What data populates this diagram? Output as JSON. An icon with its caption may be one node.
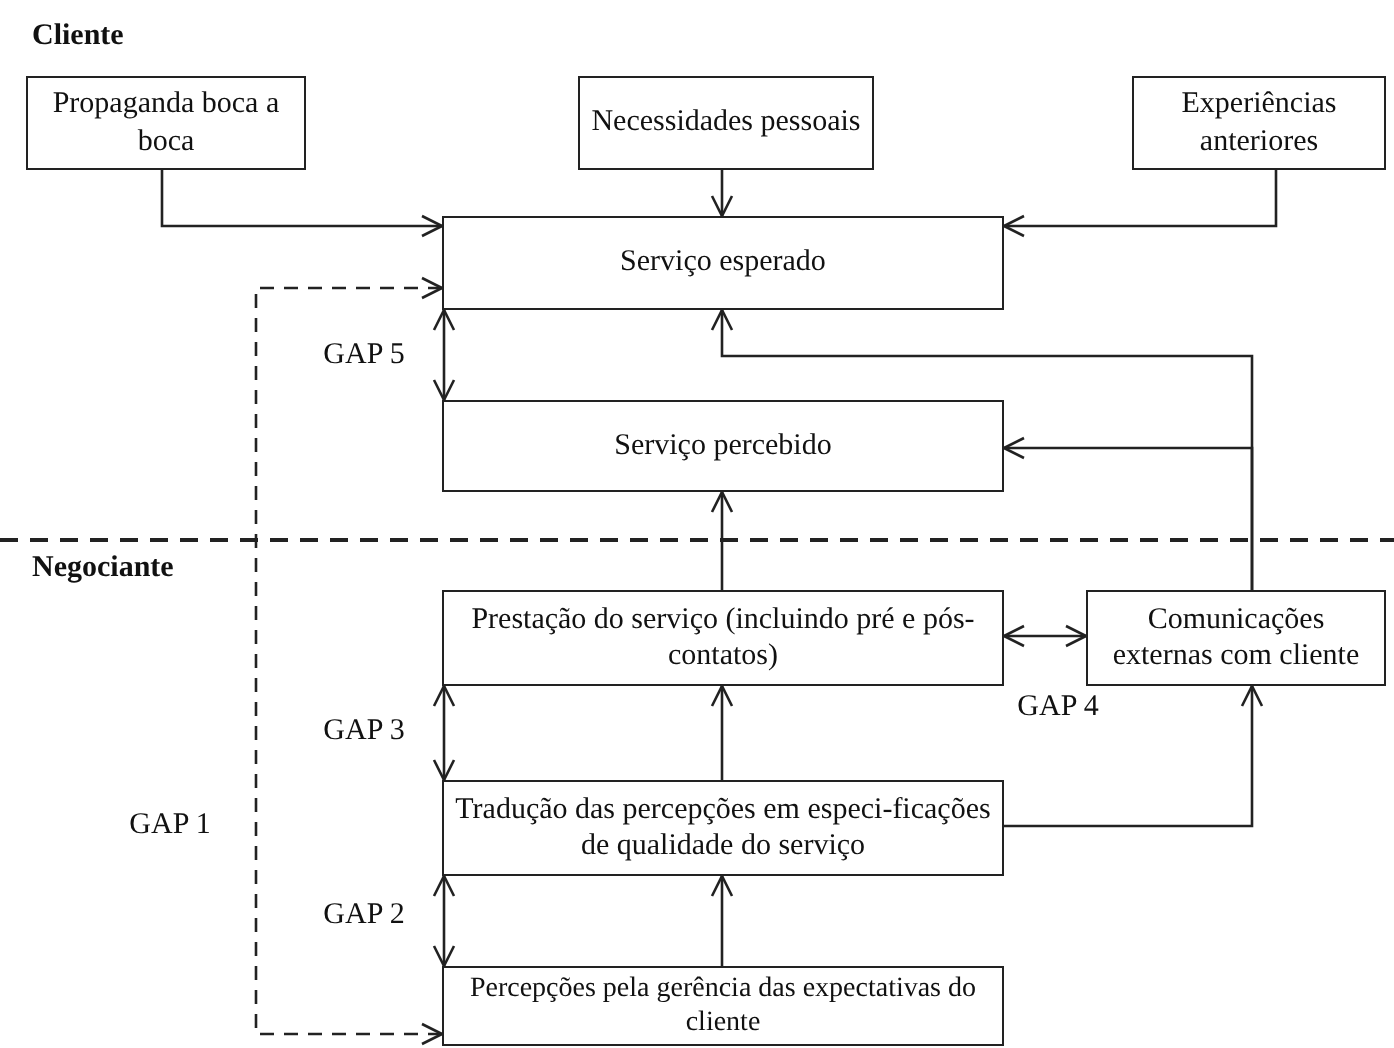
{
  "diagram": {
    "nodes": [
      {
        "text": [
          "Propaganda boca a boca"
        ]
      },
      {
        "text": [
          "Necessidades pessoais"
        ]
      },
      {
        "text": [
          "Experiências anteriores"
        ]
      },
      {
        "text": [
          "Serviço esperado"
        ]
      },
      {
        "text": [
          "Serviço percebido"
        ]
      },
      {
        "text": [
          "Prestação do serviço (incluindo pré e pós-contatos)"
        ]
      },
      {
        "text": [
          "Comunicações externas com cliente"
        ]
      },
      {
        "text": [
          "Tradução das percepções em especi-ficações de qualidade do serviço"
        ]
      },
      {
        "text": [
          "Percepções pela gerência das expectativas do cliente"
        ]
      }
    ],
    "edges": [
      {
        "from": 0,
        "to": 3,
        "arrow": "to"
      },
      {
        "from": 1,
        "to": 3,
        "arrow": "to"
      },
      {
        "from": 2,
        "to": 3,
        "arrow": "to"
      },
      {
        "from": 8,
        "to": 3,
        "arrow": "both",
        "style": "dashed",
        "label": "GAP 1"
      },
      {
        "from": 3,
        "to": 4,
        "arrow": "both",
        "label": "GAP 5"
      },
      {
        "from": 5,
        "to": 4,
        "arrow": "to"
      },
      {
        "from": 6,
        "to": 3,
        "arrow": "to"
      },
      {
        "from": 6,
        "to": 4,
        "arrow": "to"
      },
      {
        "from": 5,
        "to": 6,
        "arrow": "both",
        "label": "GAP 4"
      },
      {
        "from": 5,
        "to": 7,
        "arrow": "both",
        "label": "GAP 3"
      },
      {
        "from": 7,
        "to": 5,
        "arrow": "to"
      },
      {
        "from": 7,
        "to": 6,
        "arrow": "to"
      },
      {
        "from": 7,
        "to": 8,
        "arrow": "both",
        "label": "GAP 2"
      },
      {
        "from": 8,
        "to": 7,
        "arrow": "to"
      }
    ],
    "labels": [
      "Cliente",
      "Negociante"
    ]
  }
}
